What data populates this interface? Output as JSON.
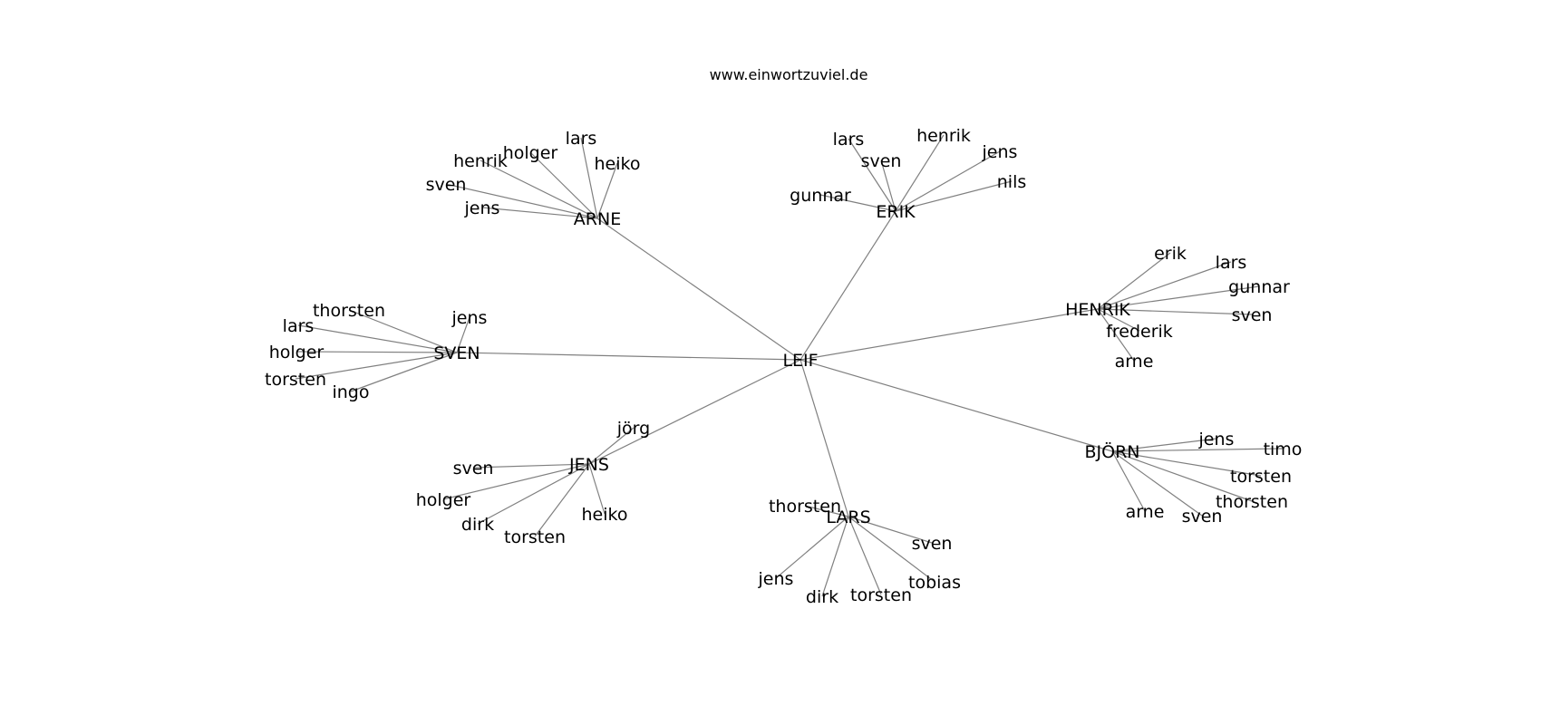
{
  "header": {
    "title": "www.einwortzuviel.de"
  },
  "graph": {
    "center": "LEIF",
    "hubs": [
      {
        "label": "ERIK",
        "children": [
          "lars",
          "sven",
          "henrik",
          "jens",
          "gunnar",
          "nils"
        ]
      },
      {
        "label": "ARNE",
        "children": [
          "lars",
          "holger",
          "henrik",
          "heiko",
          "sven",
          "jens"
        ]
      },
      {
        "label": "HENRIK",
        "children": [
          "erik",
          "lars",
          "gunnar",
          "sven",
          "frederik",
          "arne"
        ]
      },
      {
        "label": "SVEN",
        "children": [
          "thorsten",
          "jens",
          "lars",
          "holger",
          "torsten",
          "ingo"
        ]
      },
      {
        "label": "JENS",
        "children": [
          "jörg",
          "sven",
          "holger",
          "dirk",
          "torsten",
          "heiko"
        ]
      },
      {
        "label": "LARS",
        "children": [
          "thorsten",
          "sven",
          "jens",
          "dirk",
          "torsten",
          "tobias"
        ]
      },
      {
        "label": "BJÖRN",
        "children": [
          "jens",
          "timo",
          "torsten",
          "thorsten",
          "arne",
          "sven"
        ]
      }
    ]
  },
  "colors": {
    "edge": "#808080",
    "text": "#000000",
    "background": "#ffffff"
  }
}
